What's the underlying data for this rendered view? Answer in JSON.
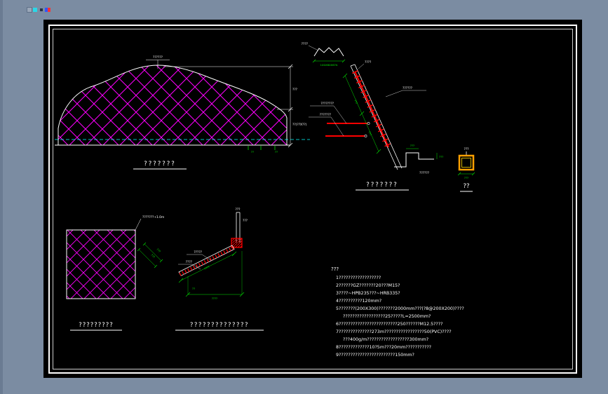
{
  "app": {
    "background_color": "#7b8ca2",
    "canvas_color": "#000000"
  },
  "colors": {
    "frame": "#ffffff",
    "mesh": "#ff00ff",
    "dimension": "#00e400",
    "anchor": "#ff0000",
    "ground_dash": "#00ffff",
    "detail_accent": "#ffa000"
  },
  "elevation": {
    "title": "???????",
    "top_label": "??????",
    "right_label": "??(??X??)",
    "dim_label": "???",
    "tick_label_1": "??",
    "tick_label_2": "??"
  },
  "section": {
    "title": "???????",
    "plate_label": "????",
    "plate_dim": "100X60X6?A",
    "top_label": "????",
    "anchor_label_1": "????????",
    "anchor_label_2": "???????",
    "face_label": "??????",
    "dim_1": "???",
    "dim_2": "???",
    "step_dim_1": "???",
    "step_dim_2": "???",
    "step_label": "??????"
  },
  "right_detail": {
    "title": "??",
    "top_label": "???",
    "dim": "???"
  },
  "mesh_detail": {
    "title": "?????????",
    "leader_label": "???????+1.0m",
    "dim_1": "???",
    "dim_2": "???"
  },
  "anchor_detail": {
    "title": "??????????????",
    "top_label": "???",
    "side_label": "???",
    "label_1": "?????",
    "label_2": "????",
    "dim_incline": "????",
    "dim_horizontal": "????",
    "angle_label": "??"
  },
  "notes": {
    "title": "???",
    "lines": [
      "1??????????????????",
      "2??????GZ???????20???M15?",
      "3????~HPB235???~HRB335?",
      "4??????????120mm?",
      "5???????(200X300)???????2000mm???(?8@200X200)????",
      "??????????????????25?????L=2500mm?",
      "6?????????????????????????250??????M12.5????",
      "7??????????????273m?????????????????50(PVC)????",
      "???400g/m??????????????????300mm?",
      "8?????????????10?5m???20mm???????????",
      "9????????????????????????150mm?"
    ]
  }
}
